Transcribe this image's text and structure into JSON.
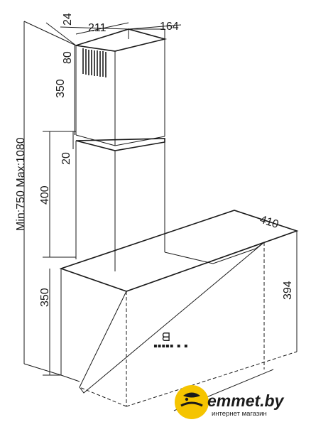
{
  "dimensions": {
    "top_depth": "24",
    "chimney_width": "211",
    "chimney_depth": "164",
    "vent_height": "80",
    "upper_chimney": "350",
    "overlap": "20",
    "lower_chimney": "400",
    "total_height": "Min:750  Max:1080",
    "hood_height": "350",
    "hood_depth": "410",
    "hood_side": "394"
  },
  "panel": {
    "brand": "ᗺ",
    "controls": "▪▪▪▪▪ ▪ ▪"
  },
  "watermark": {
    "brand": "emmet.by",
    "tagline": "интернет магазин",
    "accent": "#f5c400"
  }
}
